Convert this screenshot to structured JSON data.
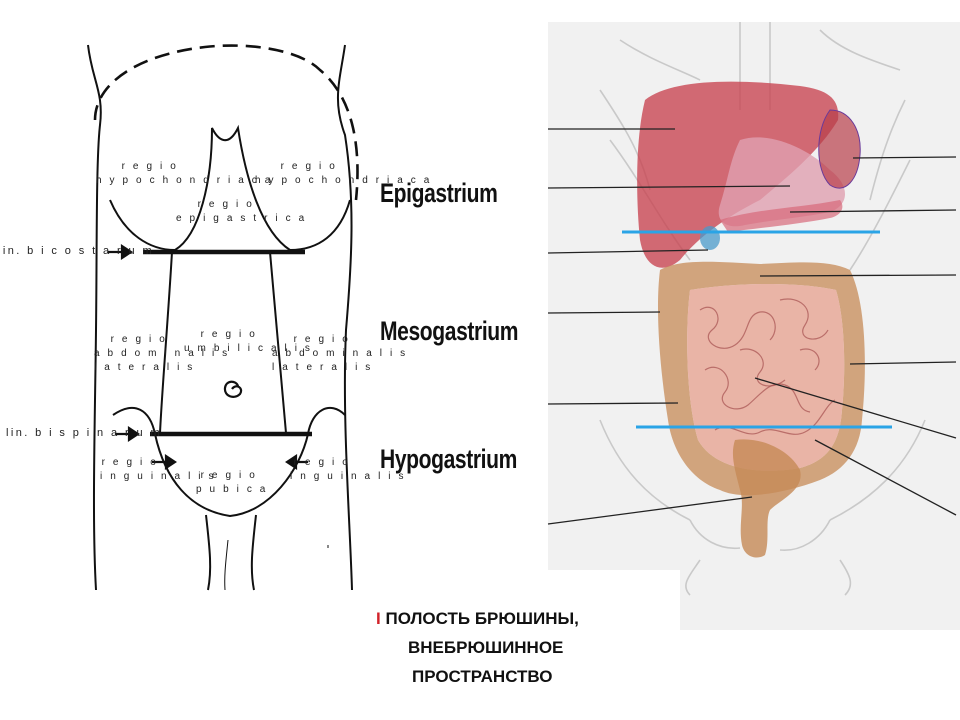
{
  "diagram": {
    "regions": {
      "hypochondriaca_left": [
        "r e g i o",
        "h y p o c h o n d r i a c a"
      ],
      "hypochondriaca_right": [
        "r e g i o",
        "h y p o c h o n d r i a c a"
      ],
      "epigastrica": [
        "r e g i o",
        "e p i g a s t r i c a"
      ],
      "abdominalis_left": [
        "r e g i o",
        "a b d o m i n a l i s",
        "l a t e r a l i s"
      ],
      "umbilicalis": [
        "r e g i o",
        "u m b i l i c a l i s"
      ],
      "abdominalis_right": [
        "r e g i o",
        "a b d o m i n a l i s",
        "l a t e r a l i s"
      ],
      "inguinalis_left": [
        "r e g i o",
        "i n g u i n a l i s"
      ],
      "pubica": [
        "r e g i o",
        "p u b i c a"
      ],
      "inguinalis_right": [
        "r e g i o",
        "i n g u i n a l i s"
      ]
    },
    "lines": {
      "bicostarum": "lin. b i c o s t a r u m",
      "bispinarum": "lin. b i s p i n a r u m"
    },
    "zones": [
      "Epigastrium",
      "Mesogastrium",
      "Hypogastrium"
    ]
  },
  "caption": {
    "number": "I",
    "line1": "ПОЛОСТЬ БРЮШИНЫ,",
    "line2": "ВНЕБРЮШИННОЕ",
    "line3": "ПРОСТРАНСТВО"
  },
  "colors": {
    "divider_blue": "#2aa4e6",
    "liver": "#c8424f",
    "intestine": "#e39a8a",
    "colon": "#c58a56"
  }
}
